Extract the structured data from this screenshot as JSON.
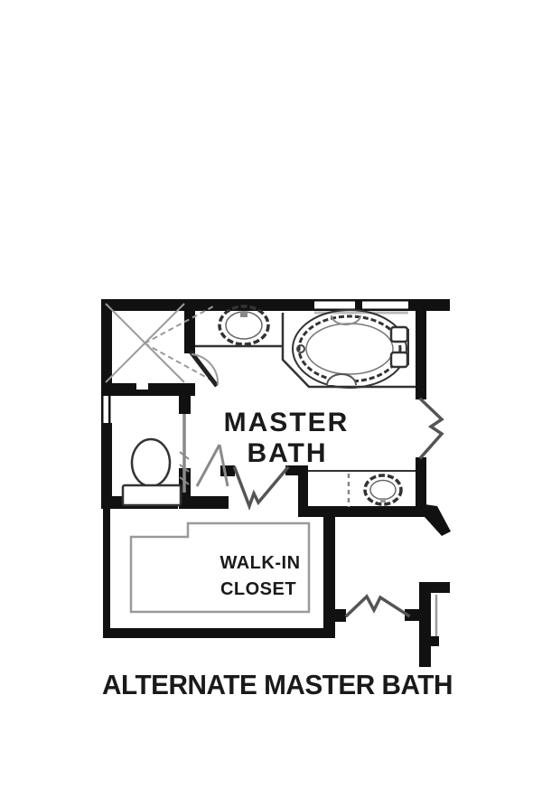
{
  "title": "ALTERNATE MASTER BATH",
  "labels": {
    "master_bath_line1": "MASTER",
    "master_bath_line2": "BATH",
    "closet_line1": "WALK-IN",
    "closet_line2": "CLOSET"
  },
  "fixtures": {
    "shower": "corner shower with glass door",
    "tub": "oval drop-in tub with deck",
    "toilet": "toilet",
    "vanity_sink_top": "oval vanity sink",
    "vanity_sink_right": "oval vanity sink"
  },
  "symbols": {
    "wall_break_right": "zigzag wall break",
    "wall_break_entry": "zigzag door opening break",
    "window_top": "window in top wall",
    "window_left": "window in left wall"
  },
  "colors": {
    "wall": "#111111",
    "fixture_line": "#333333",
    "light_line": "#9a9a9a",
    "background": "#ffffff",
    "text": "#1a1a1a"
  }
}
